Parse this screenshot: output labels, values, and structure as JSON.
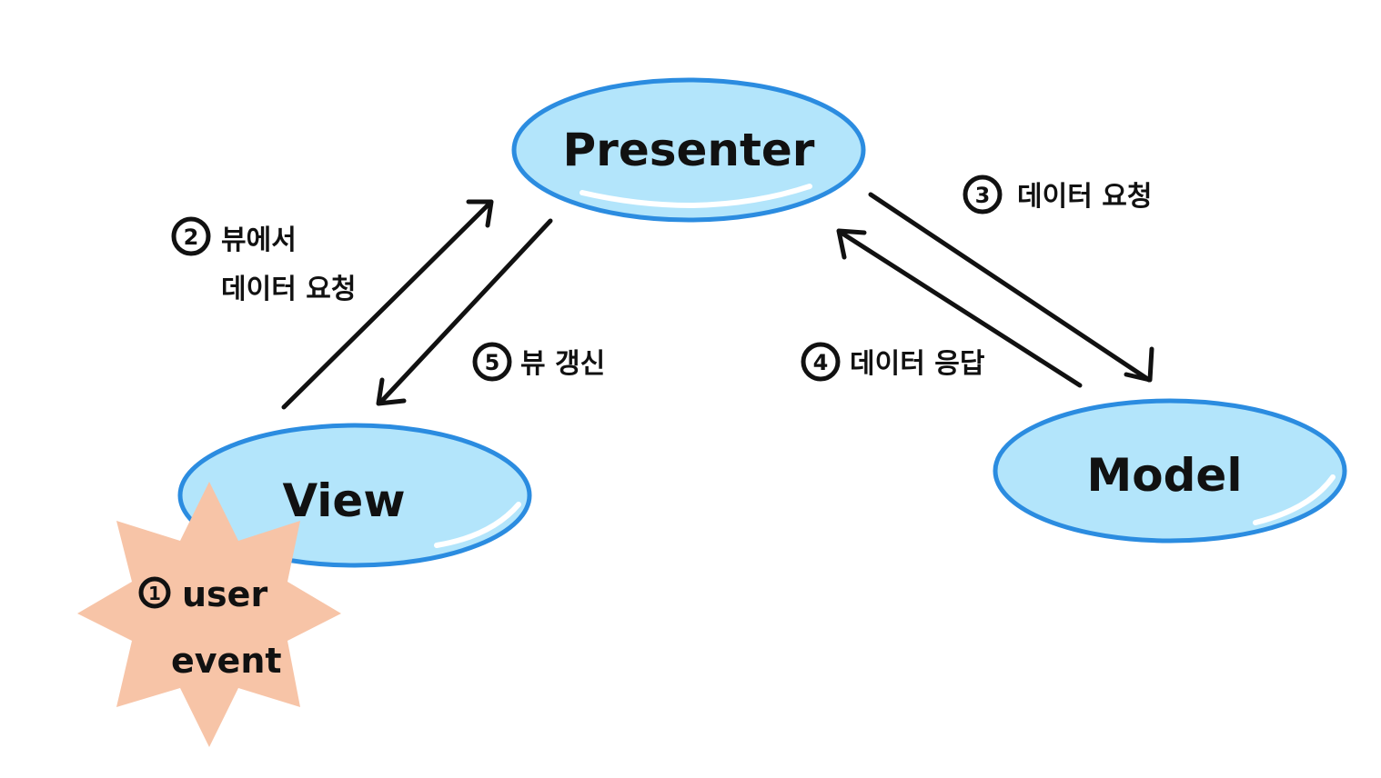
{
  "nodes": {
    "presenter": {
      "label": "Presenter"
    },
    "view": {
      "label": "View"
    },
    "model": {
      "label": "Model"
    }
  },
  "steps": {
    "step1": {
      "num": "1",
      "line1": "user",
      "line2": "event"
    },
    "step2": {
      "num": "2",
      "line1": "뷰에서",
      "line2": "데이터 요청"
    },
    "step3": {
      "num": "3",
      "text": "데이터 요청"
    },
    "step4": {
      "num": "4",
      "text": "데이터 응답"
    },
    "step5": {
      "num": "5",
      "text": "뷰 갱신"
    }
  },
  "colors": {
    "node_fill": "#b3e5fb",
    "node_stroke": "#2b8ce0",
    "burst_fill": "#f7c4a7",
    "ink": "#111111"
  }
}
